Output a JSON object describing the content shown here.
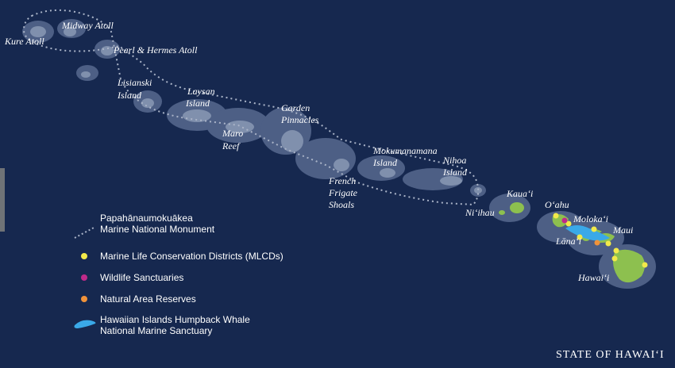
{
  "map": {
    "labels": {
      "kure": "Kure Atoll",
      "midway": "Midway Atoll",
      "pearl": "Pearl & Hermes Atoll",
      "lisianski_1": "Lisianski",
      "lisianski_2": "Island",
      "laysan_1": "Laysan",
      "laysan_2": "Island",
      "maro_1": "Maro",
      "maro_2": "Reef",
      "garden_1": "Garden",
      "garden_2": "Pinnacles",
      "french_1": "French",
      "french_2": "Frigate",
      "french_3": "Shoals",
      "mokumanamana_1": "Mokumanamana",
      "mokumanamana_2": "Island",
      "nihoa_1": "Nihoa",
      "nihoa_2": "Island",
      "niihau": "Ni‘ihau",
      "kauai": "Kaua‘i",
      "oahu": "O‘ahu",
      "molokai": "Moloka‘i",
      "lanai": "Lāna‘i",
      "maui": "Maui",
      "hawaii": "Hawai‘i"
    },
    "colors": {
      "ocean": "#16284f",
      "shallow": "#4d5f85",
      "shallower": "#8090ad",
      "island": "#8dc04f",
      "boundary": "#aab4c8",
      "mlcd": "#f2e94a",
      "wildlife": "#c02a8a",
      "nar": "#f0923a",
      "whale": "#3aa9e8"
    }
  },
  "legend": {
    "monument_line1": "Papahānaumokuākea",
    "monument_line2": "Marine National Monument",
    "mlcd": "Marine Life Conservation Districts (MLCDs)",
    "wildlife": "Wildlife Sanctuaries",
    "nar": "Natural Area Reserves",
    "whale_line1": "Hawaiian Islands Humpback Whale",
    "whale_line2": "National Marine Sanctuary"
  },
  "footer": "STATE OF HAWAI‘I"
}
